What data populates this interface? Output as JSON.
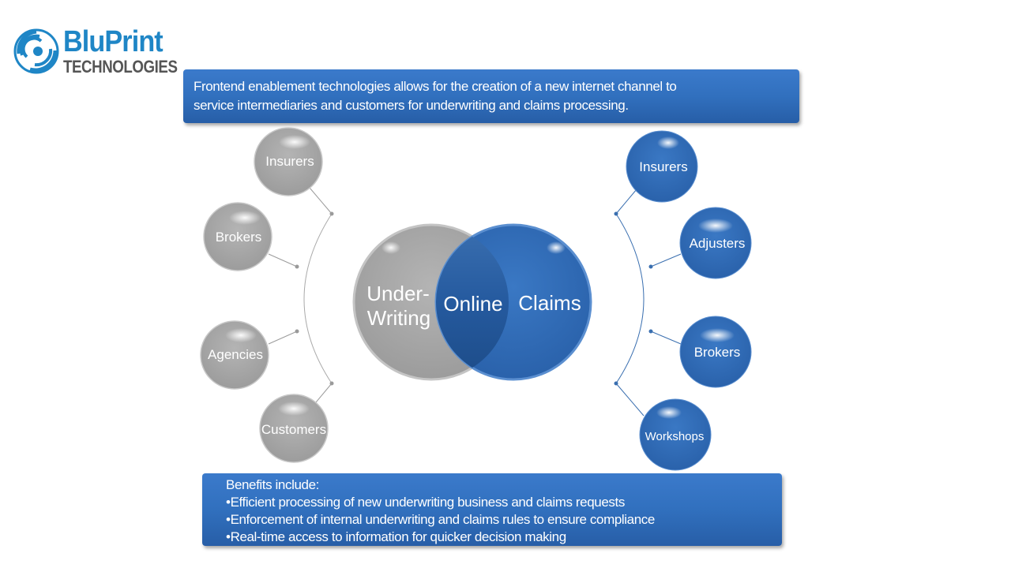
{
  "logo": {
    "brand": "BluPrint",
    "subtitle": "TECHNOLOGIES",
    "icon": "swirl-logo-icon"
  },
  "header_banner": {
    "lines": [
      "Frontend enablement technologies allows for the creation of a  new internet channel to",
      "service intermediaries and customers for underwriting and claims processing."
    ]
  },
  "venn": {
    "left_label_line1": "Under-",
    "left_label_line2": "Writing",
    "center_label": "Online",
    "right_label": "Claims"
  },
  "left_nodes": [
    {
      "label": "Insurers"
    },
    {
      "label": "Brokers"
    },
    {
      "label": "Agencies"
    },
    {
      "label": "Customers"
    }
  ],
  "right_nodes": [
    {
      "label": "Insurers"
    },
    {
      "label": "Adjusters"
    },
    {
      "label": "Brokers"
    },
    {
      "label": "Workshops"
    }
  ],
  "benefits_banner": {
    "heading": "Benefits include:",
    "items": [
      "Efficient processing of new underwriting business and claims requests",
      "Enforcement of internal underwriting and claims rules to ensure compliance",
      "Real-time access to information for quicker decision making"
    ]
  },
  "colors": {
    "brand_blue": "#1f86c6",
    "node_blue": "#2f6bb8",
    "node_gray": "#a6a6a6",
    "banner_blue": "#3170be"
  }
}
